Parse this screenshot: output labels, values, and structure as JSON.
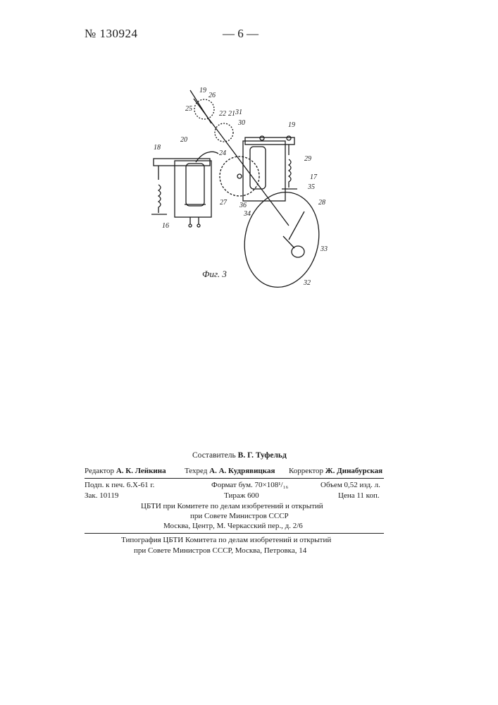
{
  "header": {
    "patent_number": "№ 130924",
    "page_number": "— 6 —"
  },
  "figure": {
    "caption": "Фиг. 3",
    "labels": [
      "19",
      "26",
      "25",
      "22",
      "21",
      "31",
      "30",
      "19",
      "20",
      "18",
      "24",
      "29",
      "17",
      "35",
      "27",
      "36",
      "34",
      "28",
      "33",
      "32",
      "16"
    ]
  },
  "footer": {
    "compiler_label": "Составитель",
    "compiler_name": "В. Г. Туфельд",
    "editor_label": "Редактор",
    "editor_name": "А. К. Лейкина",
    "techred_label": "Техред",
    "techred_name": "А. А. Кудрявицкая",
    "corrector_label": "Корректор",
    "corrector_name": "Ж. Динабурская",
    "signed_to_print": "Подп. к печ. 6.X-61 г.",
    "paper_format": "Формат бум. 70×108¹/₁₆",
    "volume": "Объем 0,52 изд. л.",
    "order": "Зак. 10119",
    "print_run": "Тираж 600",
    "price": "Цена 11 коп.",
    "publisher_line1": "ЦБТИ при Комитете по делам изобретений и открытий",
    "publisher_line2": "при Совете Министров СССР",
    "publisher_address": "Москва, Центр, М. Черкасский пер., д. 2/6",
    "printer_line1": "Типография ЦБТИ Комитета по делам изобретений и открытий",
    "printer_line2": "при Совете Министров СССР, Москва, Петровка, 14"
  }
}
